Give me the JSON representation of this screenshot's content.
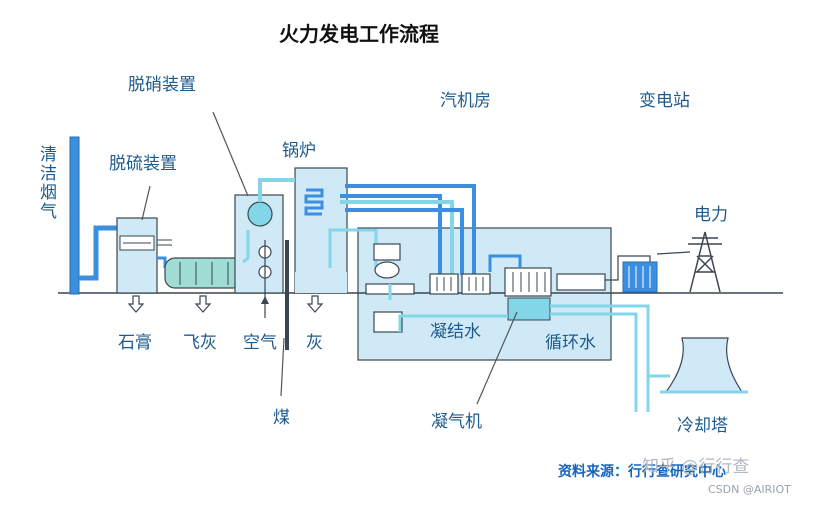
{
  "title": "火力发电工作流程",
  "labels": {
    "denitration": "脱硝装置",
    "turbine_house": "汽机房",
    "substation": "变电站",
    "clean_flue_gas": "清洁烟气",
    "desulfurization": "脱硫装置",
    "boiler": "锅炉",
    "power": "电力",
    "gypsum": "石膏",
    "fly_ash": "飞灰",
    "air": "空气",
    "ash": "灰",
    "coal": "煤",
    "condensate": "凝结水",
    "circulating_water": "循环水",
    "condenser": "凝气机",
    "cooling_tower": "冷却塔"
  },
  "source": "资料来源：行行查研究中心",
  "watermark": "知乎 @行行查",
  "csdn_mark": "CSDN @AIRIOT",
  "colors": {
    "pipe": "#3b8fe0",
    "pipe_light": "#82d6e8",
    "equipment_fill": "#cfeaf6",
    "equipment_stroke": "#3a4752",
    "label": "#1e5a8c"
  }
}
